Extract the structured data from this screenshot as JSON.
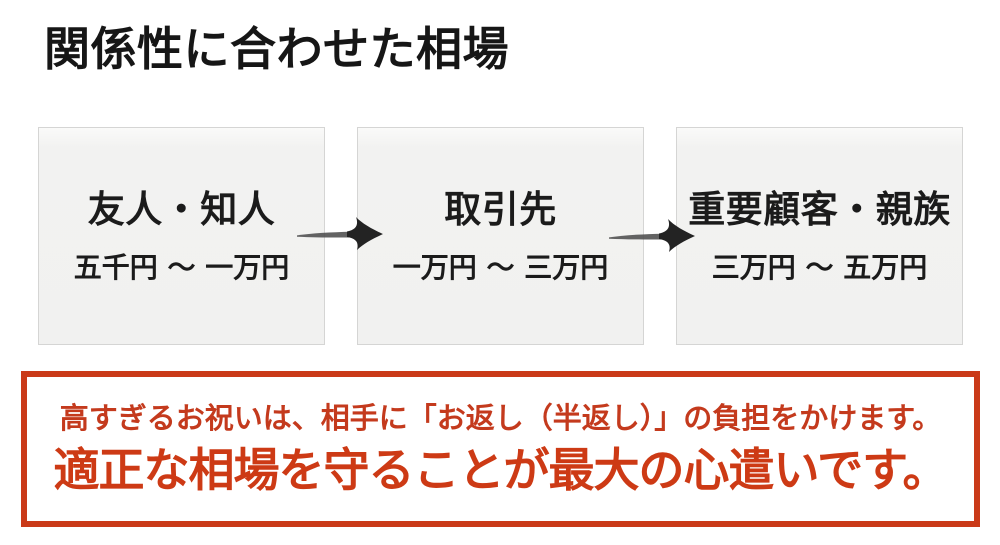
{
  "page": {
    "title": "関係性に合わせた相場"
  },
  "flow": {
    "boxes": [
      {
        "label": "友人・知人",
        "range": "五千円 〜 一万円"
      },
      {
        "label": "取引先",
        "range": "一万円 〜 三万円"
      },
      {
        "label": "重要顧客・親族",
        "range": "三万円 〜 五万円"
      }
    ]
  },
  "note": {
    "line1": "高すぎるお祝いは、相手に「お返し（半返し）」の負担をかけます。",
    "line2": "適正な相場を守ることが最大の心遣いです。"
  },
  "colors": {
    "accent_red_border": "#ca3a18",
    "note_text_small": "#c43a1d",
    "note_text_large": "#cd3a15",
    "box_background": "#f1f1f0",
    "box_border": "#d5d5d4",
    "text_dark": "#1b1b1b",
    "arrow_dark": "#232323"
  }
}
